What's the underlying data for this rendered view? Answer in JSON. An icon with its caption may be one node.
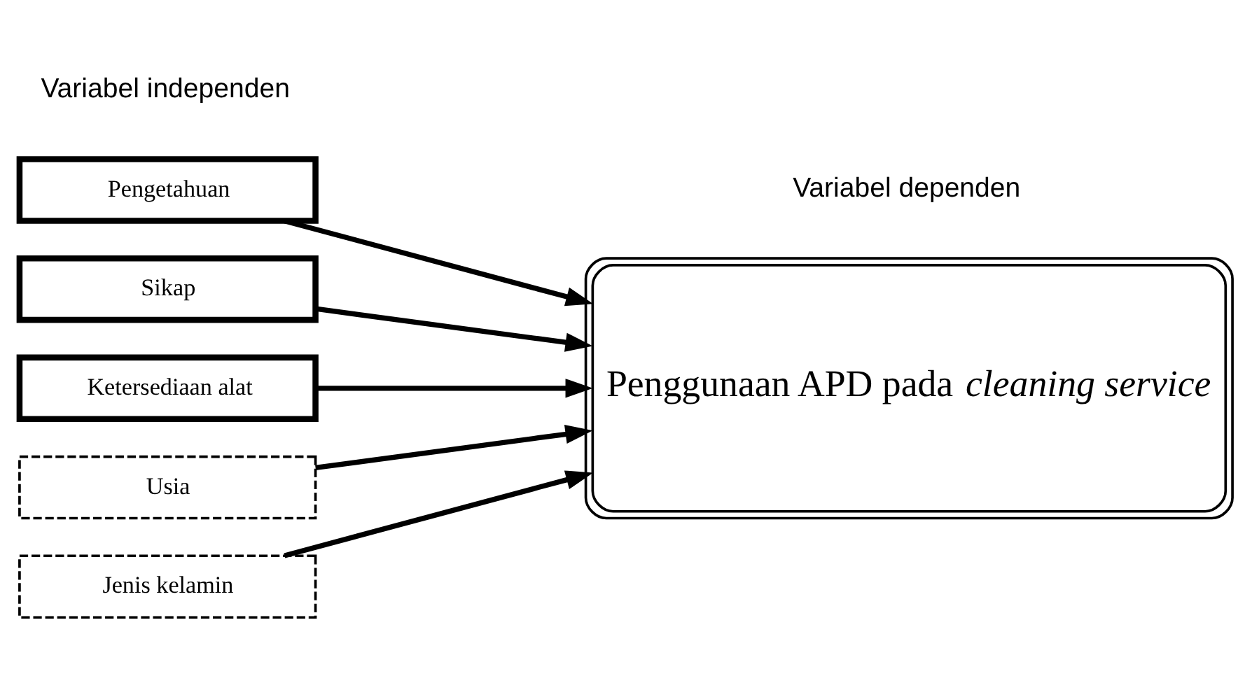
{
  "diagram": {
    "nodes": [
      {
        "text": [
          "Pengetahuan"
        ]
      },
      {
        "text": [
          "Sikap"
        ]
      },
      {
        "text": [
          "Ketersediaan alat"
        ]
      },
      {
        "text": [
          "Usia"
        ]
      },
      {
        "text": [
          "Jenis kelamin"
        ]
      },
      {
        "text": [
          "Penggunaan APD pada *cleaning service*"
        ]
      }
    ],
    "edges": [
      {
        "from": 0,
        "to": 5,
        "arrow": "to"
      },
      {
        "from": 1,
        "to": 5,
        "arrow": "to"
      },
      {
        "from": 2,
        "to": 5,
        "arrow": "to"
      },
      {
        "from": 3,
        "to": 5,
        "arrow": "to"
      },
      {
        "from": 4,
        "to": 5,
        "arrow": "to"
      }
    ],
    "labels": [
      "Variabel independen",
      "Variabel dependen"
    ]
  }
}
